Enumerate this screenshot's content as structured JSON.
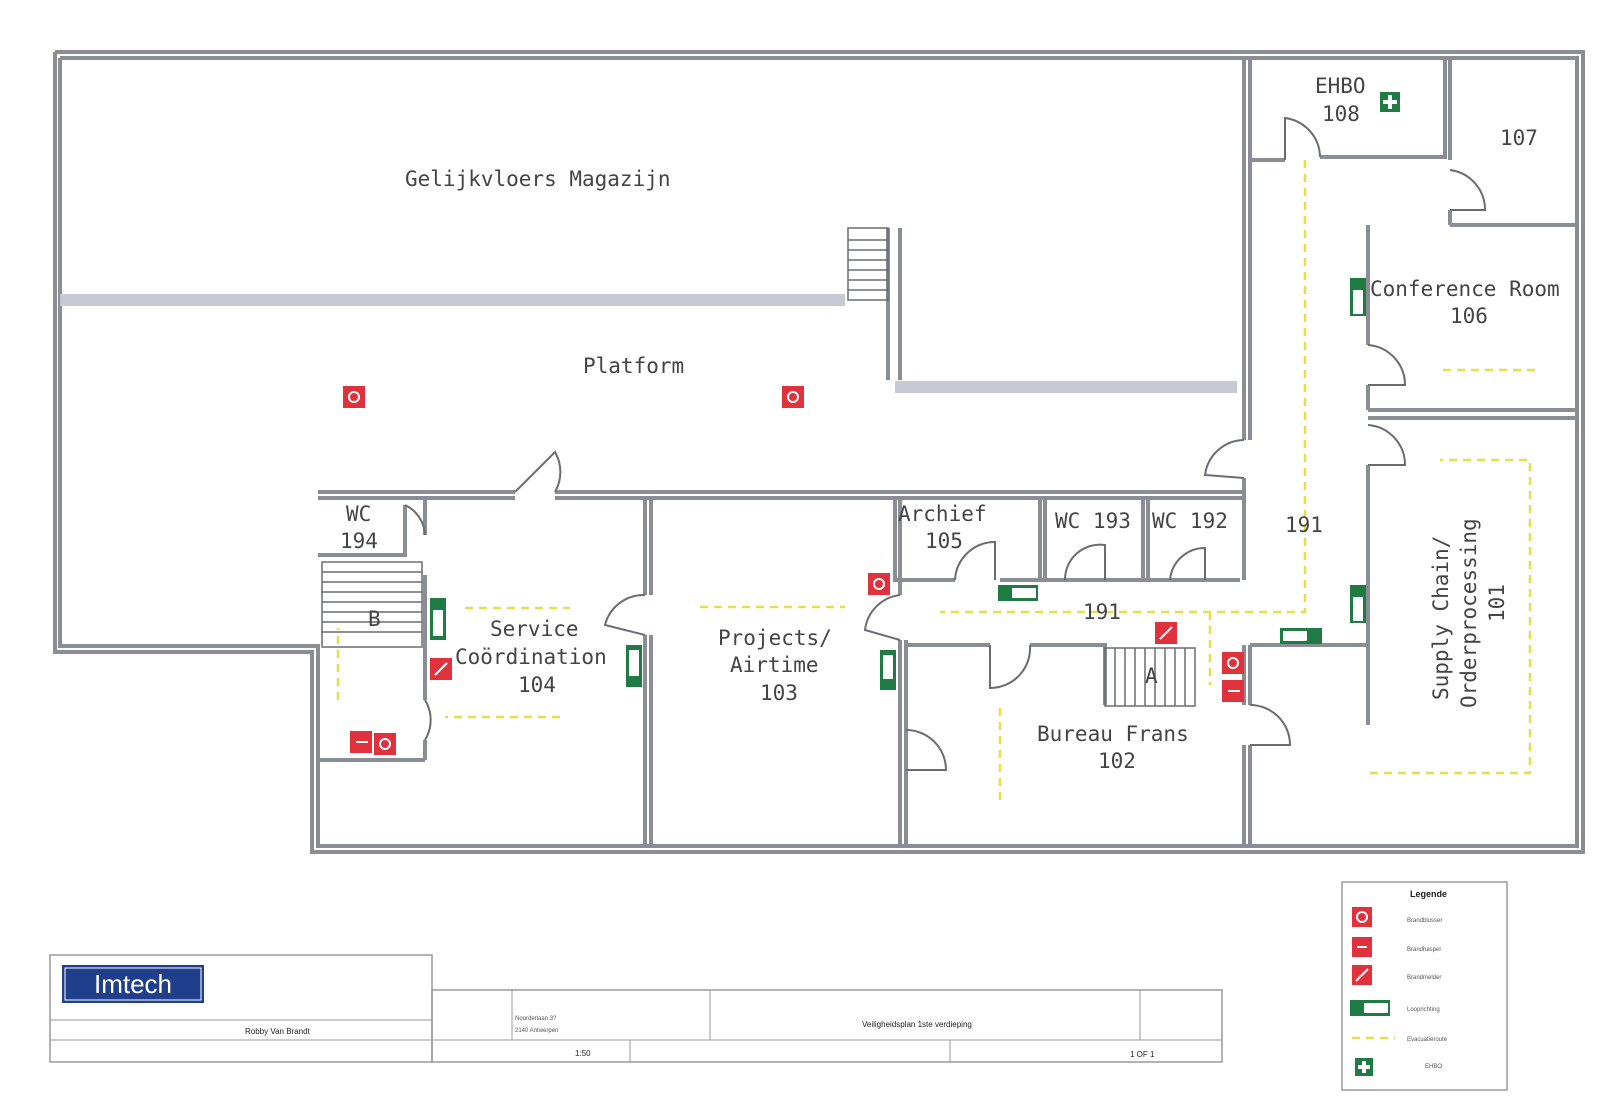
{
  "rooms": {
    "magazijn": "Gelijkvloers Magazijn",
    "platform": "Platform",
    "ehbo": "EHBO",
    "ehbo_num": "108",
    "r107": "107",
    "conference": "Conference Room",
    "conference_num": "106",
    "wc194": "WC",
    "wc194_num": "194",
    "stair_b": "B",
    "service": "Service",
    "service2": "Coördination",
    "service_num": "104",
    "projects": "Projects/",
    "projects2": "Airtime",
    "projects_num": "103",
    "archief": "Archief",
    "archief_num": "105",
    "wc193": "WC 193",
    "wc192": "WC 192",
    "corr191a": "191",
    "corr191b": "191",
    "stair_a": "A",
    "bureau": "Bureau Frans",
    "bureau_num": "102",
    "supply": "Supply Chain/",
    "supply2": "Orderprocessing",
    "supply_num": "101"
  },
  "title_block": {
    "logo": "Imtech",
    "drawn_by": "Robby Van Brandt",
    "address1": "Noorderlaan 3?",
    "address2": "2140 Antwerpen",
    "scale": "1:50",
    "plan_title": "Veiligheidsplan 1ste verdieping",
    "sheet": "1 OF 1"
  },
  "legend": {
    "title": "Legende",
    "items": [
      {
        "label": "Brandblusser"
      },
      {
        "label": "Brandhaspel"
      },
      {
        "label": "Brandmelder"
      },
      {
        "label": "Looprichting"
      },
      {
        "label": "Evacuatieroute"
      },
      {
        "label": "EHBO"
      }
    ]
  },
  "colors": {
    "fire_red": "#e0323c",
    "exit_green": "#1f7a44",
    "route_yellow": "#e6de4a",
    "logo_blue": "#1f3f8c"
  }
}
